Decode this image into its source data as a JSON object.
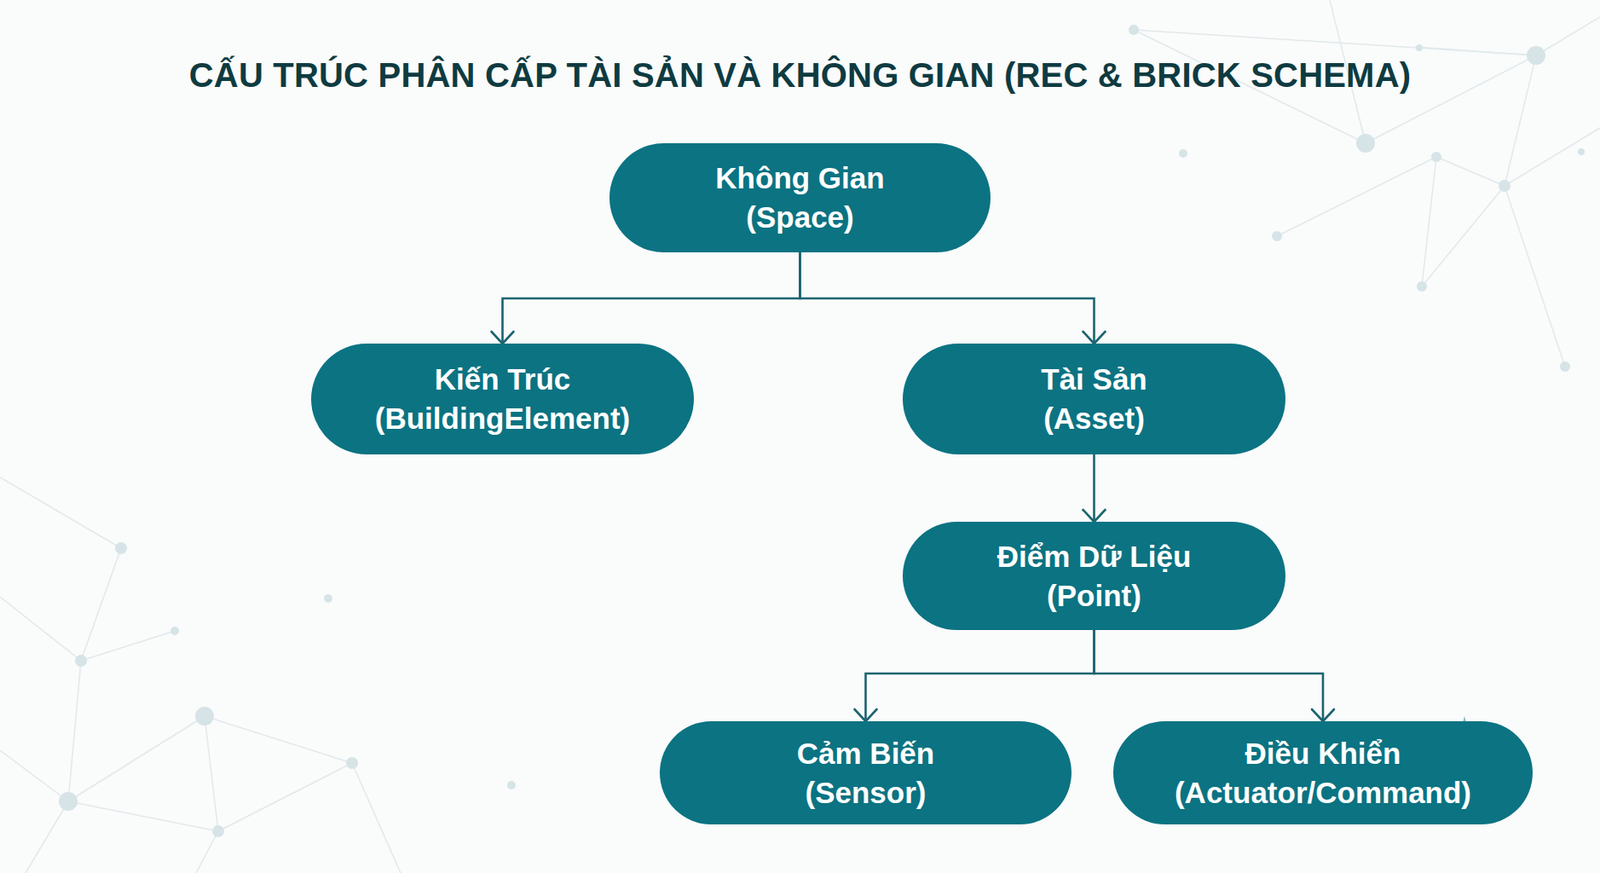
{
  "diagram": {
    "title": "CẤU TRÚC PHÂN CẤP TÀI SẢN VÀ KHÔNG GIAN (REC & BRICK SCHEMA)",
    "nodes": [
      {
        "text": [
          "Không Gian",
          "(Space)"
        ]
      },
      {
        "text": [
          "Kiến Trúc",
          "(BuildingElement)"
        ]
      },
      {
        "text": [
          "Tài Sản",
          "(Asset)"
        ]
      },
      {
        "text": [
          "Điểm Dữ Liệu",
          "(Point)"
        ]
      },
      {
        "text": [
          "Cảm Biến",
          "(Sensor)"
        ]
      },
      {
        "text": [
          "Điều Khiển",
          "(Actuator/Command)"
        ]
      }
    ],
    "edges": [
      {
        "from": 0,
        "to": 1,
        "arrow": "to"
      },
      {
        "from": 0,
        "to": 2,
        "arrow": "to"
      },
      {
        "from": 2,
        "to": 3,
        "arrow": "to"
      },
      {
        "from": 3,
        "to": 4,
        "arrow": "to"
      },
      {
        "from": 3,
        "to": 5,
        "arrow": "to"
      }
    ]
  }
}
